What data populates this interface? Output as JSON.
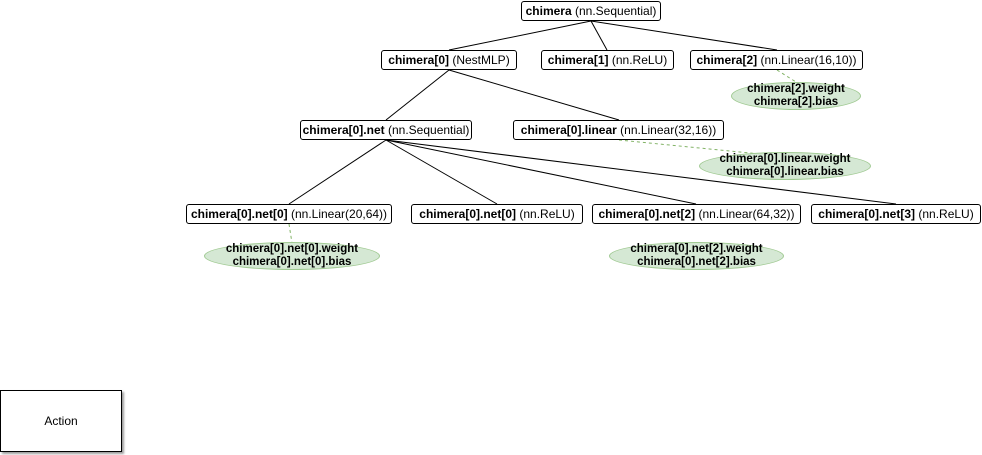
{
  "nodes": {
    "root": {
      "name": "chimera",
      "type": "(nn.Sequential)"
    },
    "c0": {
      "name": "chimera[0]",
      "type": "(NestMLP)"
    },
    "c1": {
      "name": "chimera[1]",
      "type": "(nn.ReLU)"
    },
    "c2": {
      "name": "chimera[2]",
      "type": "(nn.Linear(16,10))"
    },
    "c0net": {
      "name": "chimera[0].net",
      "type": "(nn.Sequential)"
    },
    "c0linear": {
      "name": "chimera[0].linear",
      "type": "(nn.Linear(32,16))"
    },
    "n0": {
      "name": "chimera[0].net[0]",
      "type": "(nn.Linear(20,64))"
    },
    "n1": {
      "name": "chimera[0].net[0]",
      "type": "(nn.ReLU)"
    },
    "n2": {
      "name": "chimera[0].net[2]",
      "type": "(nn.Linear(64,32))"
    },
    "n3": {
      "name": "chimera[0].net[3]",
      "type": "(nn.ReLU)"
    }
  },
  "params": {
    "c2": [
      "chimera[2].weight",
      "chimera[2].bias"
    ],
    "c0linear": [
      "chimera[0].linear.weight",
      "chimera[0].linear.bias"
    ],
    "n0": [
      "chimera[0].net[0].weight",
      "chimera[0].net[0].bias"
    ],
    "n2": [
      "chimera[0].net[2].weight",
      "chimera[0].net[2].bias"
    ]
  },
  "edges": [
    [
      "root",
      "c0"
    ],
    [
      "root",
      "c1"
    ],
    [
      "root",
      "c2"
    ],
    [
      "c0",
      "c0net"
    ],
    [
      "c0",
      "c0linear"
    ],
    [
      "c0net",
      "n0"
    ],
    [
      "c0net",
      "n1"
    ],
    [
      "c0net",
      "n2"
    ],
    [
      "c0net",
      "n3"
    ]
  ],
  "action": {
    "label": "Action"
  },
  "colors": {
    "param_fill": "#d5e8d4",
    "param_border": "#9fc991",
    "param_link": "#82b366"
  }
}
